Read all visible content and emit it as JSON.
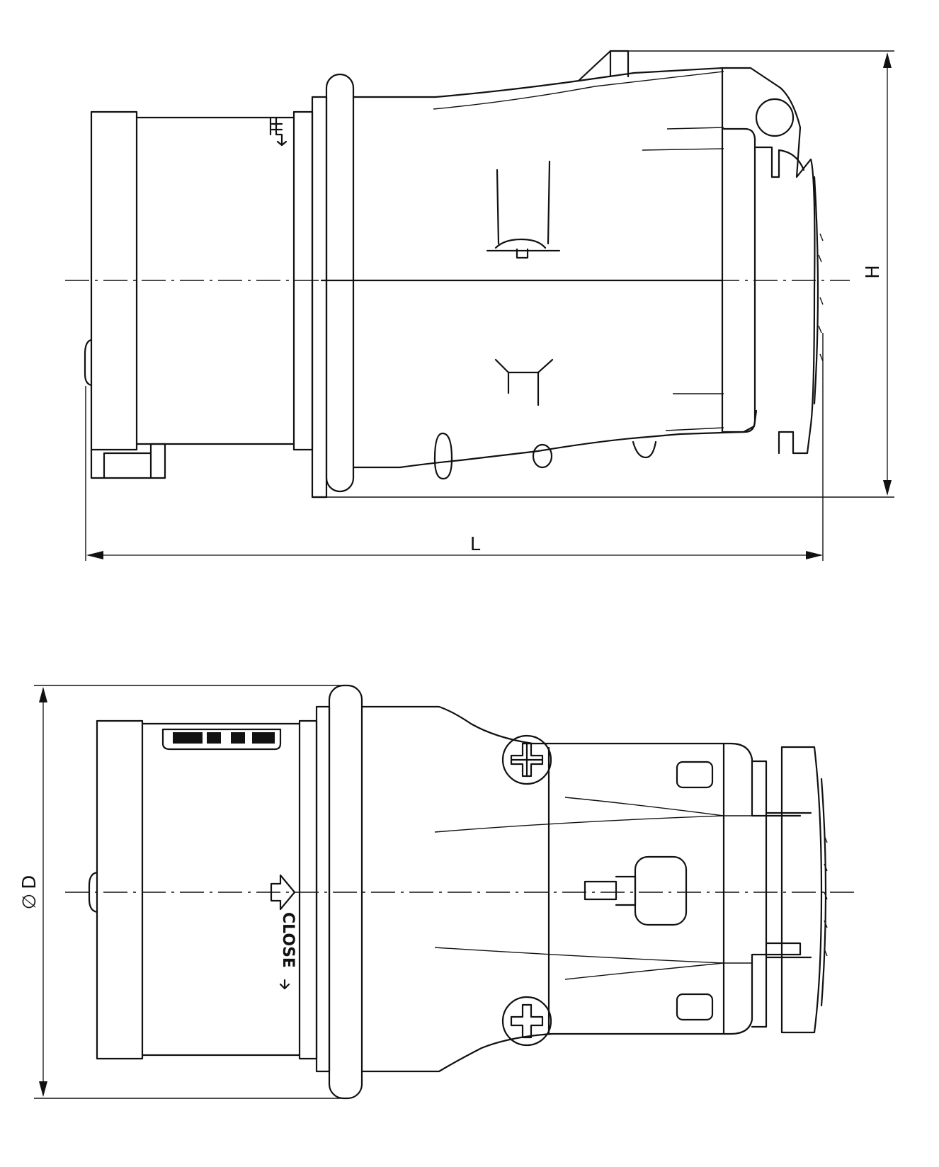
{
  "dimensions": {
    "length_label": "L",
    "height_label": "H",
    "diameter_symbol": "∅",
    "diameter_label": "D"
  },
  "markings": {
    "close_text": "CLOSE"
  },
  "colors": {
    "line": "#111111",
    "background": "#ffffff"
  }
}
